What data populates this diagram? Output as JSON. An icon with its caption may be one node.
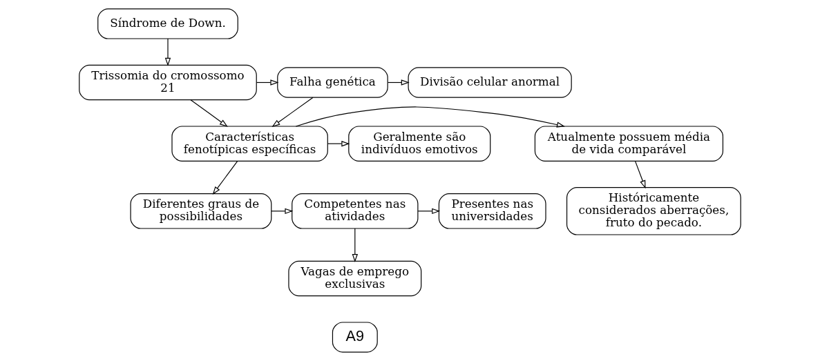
{
  "diagram": {
    "nodes": [
      {
        "text": [
          "Síndrome de Down."
        ]
      },
      {
        "text": [
          "Trissomia do cromossomo 21"
        ]
      },
      {
        "text": [
          "Falha genética"
        ]
      },
      {
        "text": [
          "Divisão celular anormal"
        ]
      },
      {
        "text": [
          "Atualmente possuem média de vida comparável"
        ]
      },
      {
        "text": [
          "Características fenotípicas específicas"
        ]
      },
      {
        "text": [
          "Geralmente são indivíduos emotivos"
        ]
      },
      {
        "text": [
          "Históricamente considerados aberrações, fruto do pecado."
        ]
      },
      {
        "text": [
          "Diferentes graus de possibilidades"
        ]
      },
      {
        "text": [
          "Competentes nas atividades"
        ]
      },
      {
        "text": [
          "Presentes nas universidades"
        ]
      },
      {
        "text": [
          "Vagas de emprego exclusivas"
        ]
      }
    ],
    "edges": [
      {
        "from": 0,
        "to": 1,
        "arrow": "to"
      },
      {
        "from": 1,
        "to": 2,
        "arrow": "to"
      },
      {
        "from": 2,
        "to": 3,
        "arrow": "to"
      },
      {
        "from": 1,
        "to": 5,
        "arrow": "to"
      },
      {
        "from": 2,
        "to": 5,
        "arrow": "to"
      },
      {
        "from": 5,
        "to": 4,
        "arrow": "to"
      },
      {
        "from": 5,
        "to": 6,
        "arrow": "to"
      },
      {
        "from": 4,
        "to": 7,
        "arrow": "to"
      },
      {
        "from": 5,
        "to": 8,
        "arrow": "to"
      },
      {
        "from": 8,
        "to": 9,
        "arrow": "to"
      },
      {
        "from": 9,
        "to": 10,
        "arrow": "to"
      },
      {
        "from": 9,
        "to": 11,
        "arrow": "to"
      }
    ],
    "labels": [
      "A9"
    ]
  }
}
